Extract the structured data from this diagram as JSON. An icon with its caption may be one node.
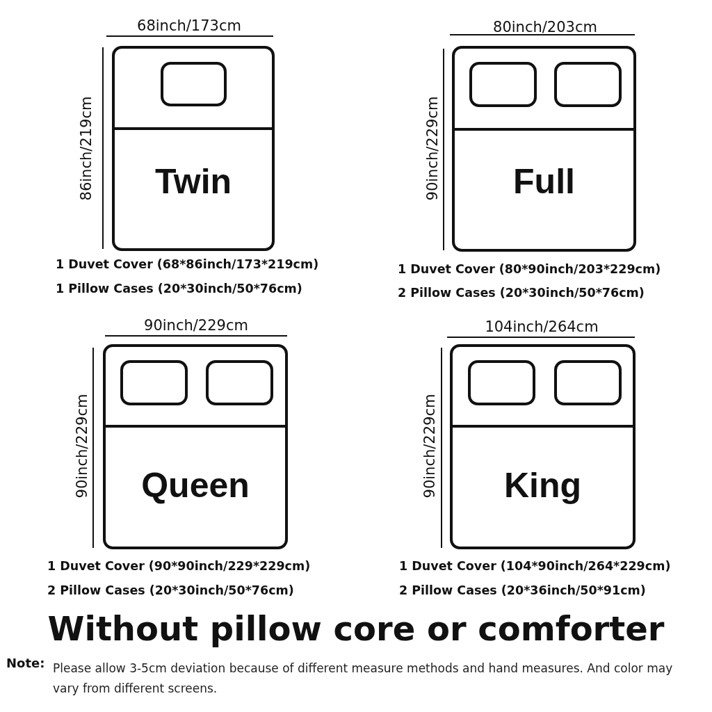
{
  "diagram": {
    "caption": "Without pillow core or comforter",
    "nodes": [
      {
        "text": [
          "Twin"
        ]
      },
      {
        "text": [],
        "shape": "box",
        "in": 0
      },
      {
        "text": [
          "Full"
        ]
      },
      {
        "text": [],
        "shape": "box",
        "in": 2
      },
      {
        "text": [],
        "shape": "box",
        "in": 2
      },
      {
        "text": [
          "Queen"
        ]
      },
      {
        "text": [],
        "shape": "box",
        "in": 5
      },
      {
        "text": [],
        "shape": "box",
        "in": 5
      },
      {
        "text": [
          "King"
        ]
      },
      {
        "text": [],
        "shape": "box",
        "in": 8
      },
      {
        "text": [],
        "shape": "box",
        "in": 8
      }
    ],
    "labels": [
      "68inch/173cm",
      "86inch/219cm",
      "1 Duvet Cover (68*86inch/173*219cm)",
      "1 Pillow Cases (20*30inch/50*76cm)",
      "80inch/203cm",
      "90inch/229cm",
      "1 Duvet Cover (80*90inch/203*229cm)",
      "2 Pillow Cases (20*30inch/50*76cm)",
      "90inch/229cm",
      "90inch/229cm",
      "1 Duvet Cover (90*90inch/229*229cm)",
      "2 Pillow Cases (20*30inch/50*76cm)",
      "104inch/264cm",
      "90inch/229cm",
      "1 Duvet Cover (104*90inch/264*229cm)",
      "2 Pillow Cases (20*36inch/50*91cm)",
      "Note:",
      "Please allow 3-5cm deviation because of different measure methods and hand measures. And color may vary from different screens."
    ]
  }
}
